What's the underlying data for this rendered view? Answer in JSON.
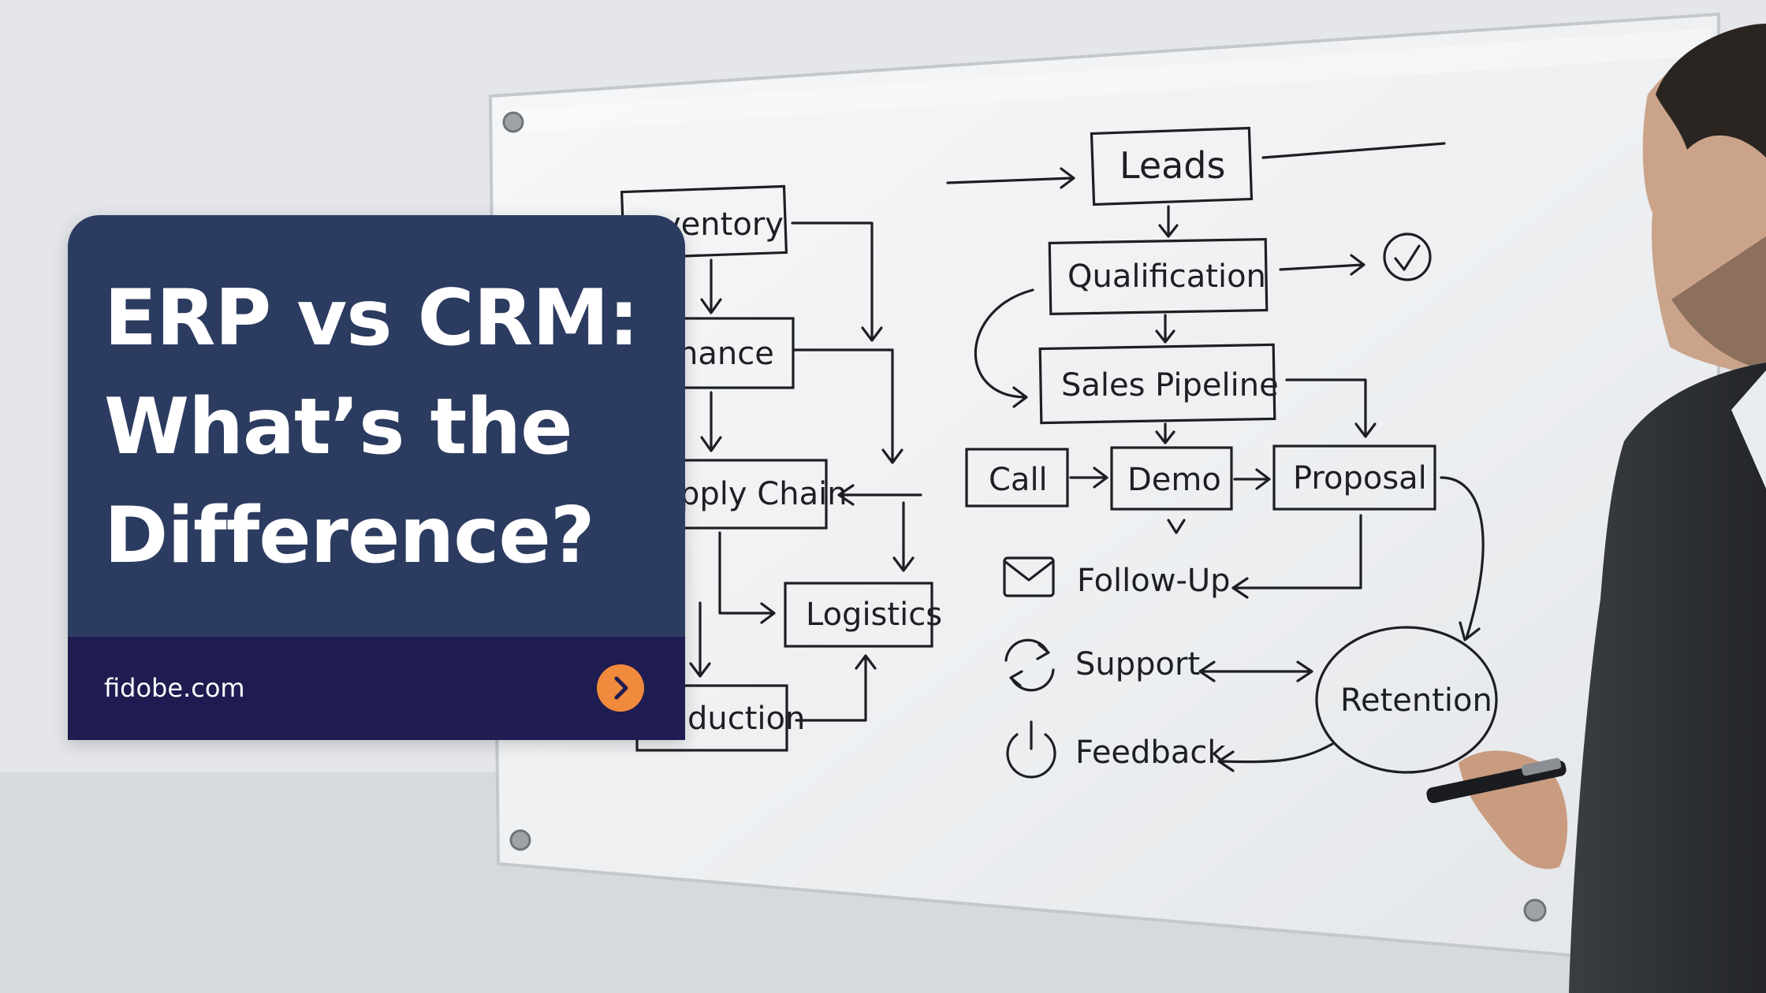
{
  "hero": {
    "title_lines": [
      "ERP vs CRM:",
      "What’s the",
      "Difference?"
    ]
  },
  "footer": {
    "site": "fidobe.com",
    "next_icon": "chevron-right-icon",
    "accent_color": "#f08a3c"
  },
  "colors": {
    "card_top": "#2c3b60",
    "card_footer": "#1f1c51"
  },
  "whiteboard": {
    "erp_labels": [
      "ventory",
      "nance",
      "pply Chain",
      "Logistics",
      "duction"
    ],
    "crm_labels": [
      "Leads",
      "Qualification",
      "Sales Pipeline",
      "Call",
      "Demo",
      "Proposal",
      "Follow-Up",
      "Support",
      "Retention",
      "Feedback"
    ],
    "icons": [
      "check-circle-icon",
      "envelope-icon",
      "refresh-icon",
      "power-icon"
    ]
  }
}
